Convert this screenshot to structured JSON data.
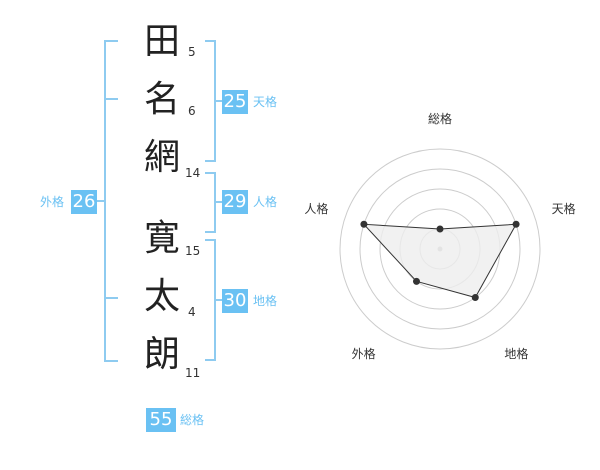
{
  "name": {
    "chars": [
      "田",
      "名",
      "網",
      "寛",
      "太",
      "朗"
    ],
    "strokes": [
      "5",
      "6",
      "14",
      "15",
      "4",
      "11"
    ]
  },
  "kakusu": {
    "ten": {
      "value": "25",
      "label": "天格"
    },
    "jin": {
      "value": "29",
      "label": "人格"
    },
    "chi": {
      "value": "30",
      "label": "地格"
    },
    "gai": {
      "value": "26",
      "label": "外格"
    },
    "sou": {
      "value": "55",
      "label": "総格"
    }
  },
  "radar": {
    "axes": [
      "総格",
      "天格",
      "地格",
      "外格",
      "人格"
    ],
    "levels": [
      1,
      4,
      3,
      2,
      4
    ],
    "max": 5,
    "colors": {
      "ring": "#cccccc",
      "fill": "#eeeeee",
      "line": "#333333",
      "center": "#bbbbbb"
    }
  }
}
